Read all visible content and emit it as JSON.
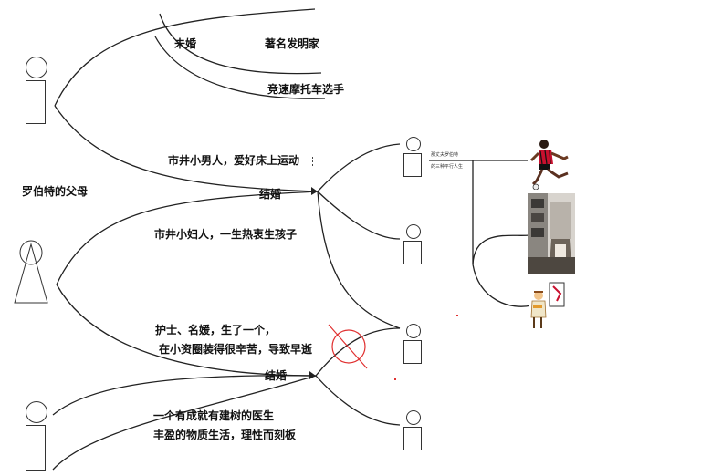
{
  "labels": {
    "unmarried": "未婚",
    "famous_inventor": "著名发明家",
    "motorcycle_racer": "竞速摩托车选手",
    "roberts_parents": "罗伯特的父母",
    "common_man": "市井小男人，爱好床上运动",
    "married_top": "结婚",
    "common_woman": "市井小妇人，一生热衷生孩子",
    "nurse_line1": "护士、名媛，生了一个，",
    "nurse_line2": "在小资圈装得很辛苦，导致早逝",
    "married_bottom": "结婚",
    "doctor_line1": "一个有成就有建树的医生",
    "doctor_line2": "丰盈的物质生活，理性而刻板"
  },
  "tiny_text": {
    "line1": "那丈夫罗伯特",
    "line2": "的三种平行人生"
  },
  "colors": {
    "line": "#222222",
    "cross_out": "#e03030",
    "figure_stroke": "#333333"
  },
  "icons": {
    "photo_soccer": "soccer-player-photo",
    "photo_room": "room-photo",
    "photo_cartoon": "cartoon-person-photo"
  }
}
